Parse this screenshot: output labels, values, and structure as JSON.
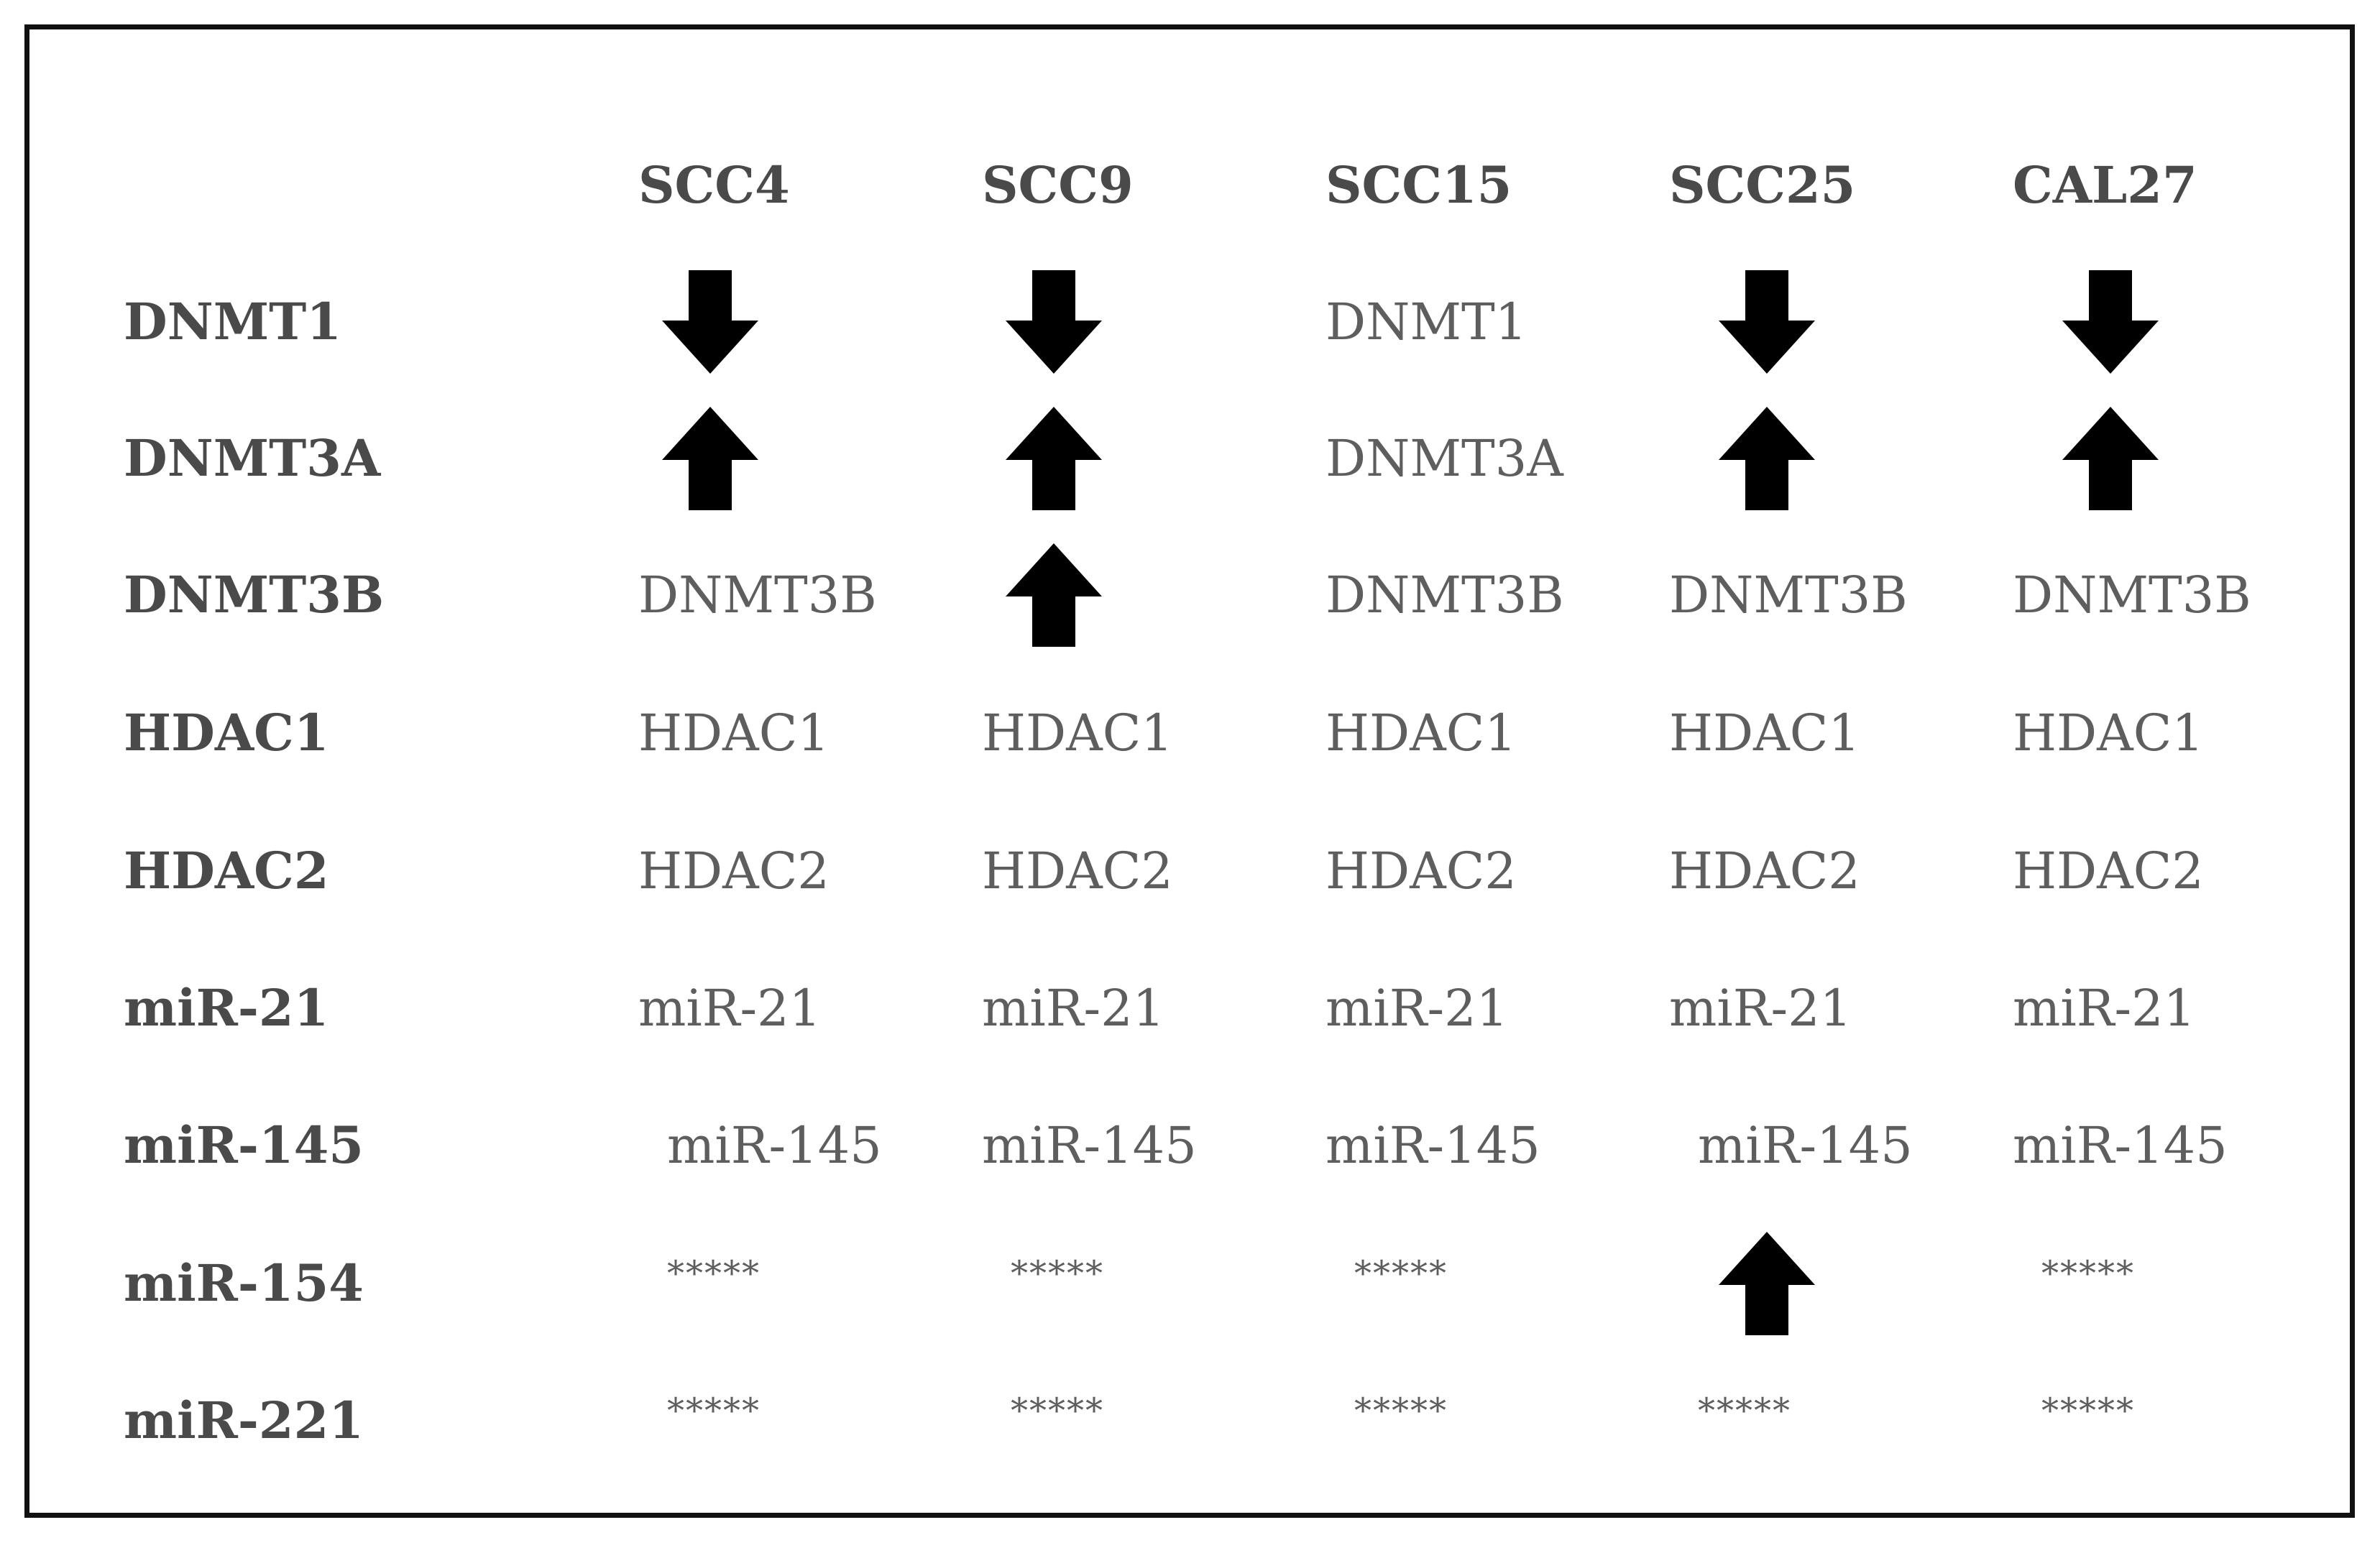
{
  "columns": [
    "SCC4",
    "SCC9",
    "SCC15",
    "SCC25",
    "CAL27"
  ],
  "rows": [
    {
      "label": "DNMT1",
      "cells": [
        {
          "kind": "arrow-down"
        },
        {
          "kind": "arrow-down"
        },
        {
          "kind": "text",
          "text": "DNMT1"
        },
        {
          "kind": "arrow-down"
        },
        {
          "kind": "arrow-down"
        }
      ]
    },
    {
      "label": "DNMT3A",
      "cells": [
        {
          "kind": "arrow-up"
        },
        {
          "kind": "arrow-up"
        },
        {
          "kind": "text",
          "text": "DNMT3A"
        },
        {
          "kind": "arrow-up"
        },
        {
          "kind": "arrow-up"
        }
      ]
    },
    {
      "label": "DNMT3B",
      "cells": [
        {
          "kind": "text",
          "text": "DNMT3B"
        },
        {
          "kind": "arrow-up"
        },
        {
          "kind": "text",
          "text": "DNMT3B"
        },
        {
          "kind": "text",
          "text": "DNMT3B"
        },
        {
          "kind": "text",
          "text": "DNMT3B"
        }
      ]
    },
    {
      "label": "HDAC1",
      "cells": [
        {
          "kind": "text",
          "text": "HDAC1"
        },
        {
          "kind": "text",
          "text": "HDAC1"
        },
        {
          "kind": "text",
          "text": "HDAC1"
        },
        {
          "kind": "text",
          "text": "HDAC1"
        },
        {
          "kind": "text",
          "text": "HDAC1"
        }
      ]
    },
    {
      "label": "HDAC2",
      "cells": [
        {
          "kind": "text",
          "text": "HDAC2"
        },
        {
          "kind": "text",
          "text": "HDAC2"
        },
        {
          "kind": "text",
          "text": "HDAC2"
        },
        {
          "kind": "text",
          "text": "HDAC2"
        },
        {
          "kind": "text",
          "text": "HDAC2"
        }
      ]
    },
    {
      "label": "miR-21",
      "cells": [
        {
          "kind": "text",
          "text": "miR-21"
        },
        {
          "kind": "text",
          "text": "miR-21"
        },
        {
          "kind": "text",
          "text": "miR-21"
        },
        {
          "kind": "text",
          "text": "miR-21"
        },
        {
          "kind": "text",
          "text": "miR-21"
        }
      ]
    },
    {
      "label": "miR-145",
      "cells": [
        {
          "kind": "text",
          "text": "miR-145"
        },
        {
          "kind": "text",
          "text": "miR-145"
        },
        {
          "kind": "text",
          "text": "miR-145"
        },
        {
          "kind": "text",
          "text": "miR-145"
        },
        {
          "kind": "text",
          "text": "miR-145"
        }
      ]
    },
    {
      "label": "miR-154",
      "cells": [
        {
          "kind": "stars",
          "text": "*****"
        },
        {
          "kind": "stars",
          "text": "*****"
        },
        {
          "kind": "stars",
          "text": "*****"
        },
        {
          "kind": "arrow-up"
        },
        {
          "kind": "stars",
          "text": "*****"
        }
      ]
    },
    {
      "label": "miR-221",
      "cells": [
        {
          "kind": "stars",
          "text": "*****"
        },
        {
          "kind": "stars",
          "text": "*****"
        },
        {
          "kind": "stars",
          "text": "*****"
        },
        {
          "kind": "stars",
          "text": "*****"
        },
        {
          "kind": "stars",
          "text": "*****"
        }
      ]
    }
  ],
  "colors": {
    "border": "#111111",
    "header_text": "#4a4a4a",
    "cell_text": "#5e5e5e",
    "arrow": "#000000"
  },
  "icons": {
    "arrow-down": "arrow-down-icon",
    "arrow-up": "arrow-up-icon"
  }
}
